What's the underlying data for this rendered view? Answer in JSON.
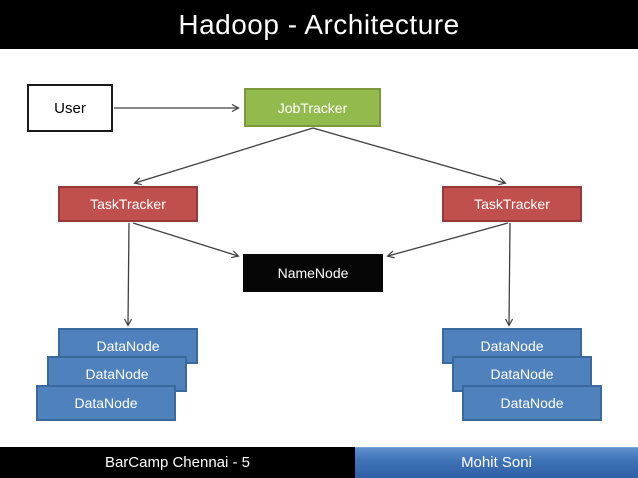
{
  "slide": {
    "title": "Hadoop - Architecture"
  },
  "diagram": {
    "user_label": "User",
    "job_tracker_label": "JobTracker",
    "task_trackers": [
      "TaskTracker",
      "TaskTracker"
    ],
    "name_node_label": "NameNode",
    "data_nodes_left": [
      "DataNode",
      "DataNode",
      "DataNode"
    ],
    "data_nodes_right": [
      "DataNode",
      "DataNode",
      "DataNode"
    ]
  },
  "footer": {
    "left_text": "BarCamp Chennai - 5",
    "right_text": "Mohit Soni"
  },
  "colors": {
    "title_bar_bg": "#000000",
    "job_tracker_fill": "#92ba4c",
    "job_tracker_border": "#7c9a3d",
    "task_tracker_fill": "#c0504d",
    "task_tracker_border": "#963a38",
    "name_node_fill": "#060606",
    "data_node_fill": "#4f81bd",
    "data_node_border": "#3a699e",
    "footer_left_bg": "#000000",
    "footer_right_bg": "#3f74b8",
    "arrow_stroke": "#404040"
  }
}
